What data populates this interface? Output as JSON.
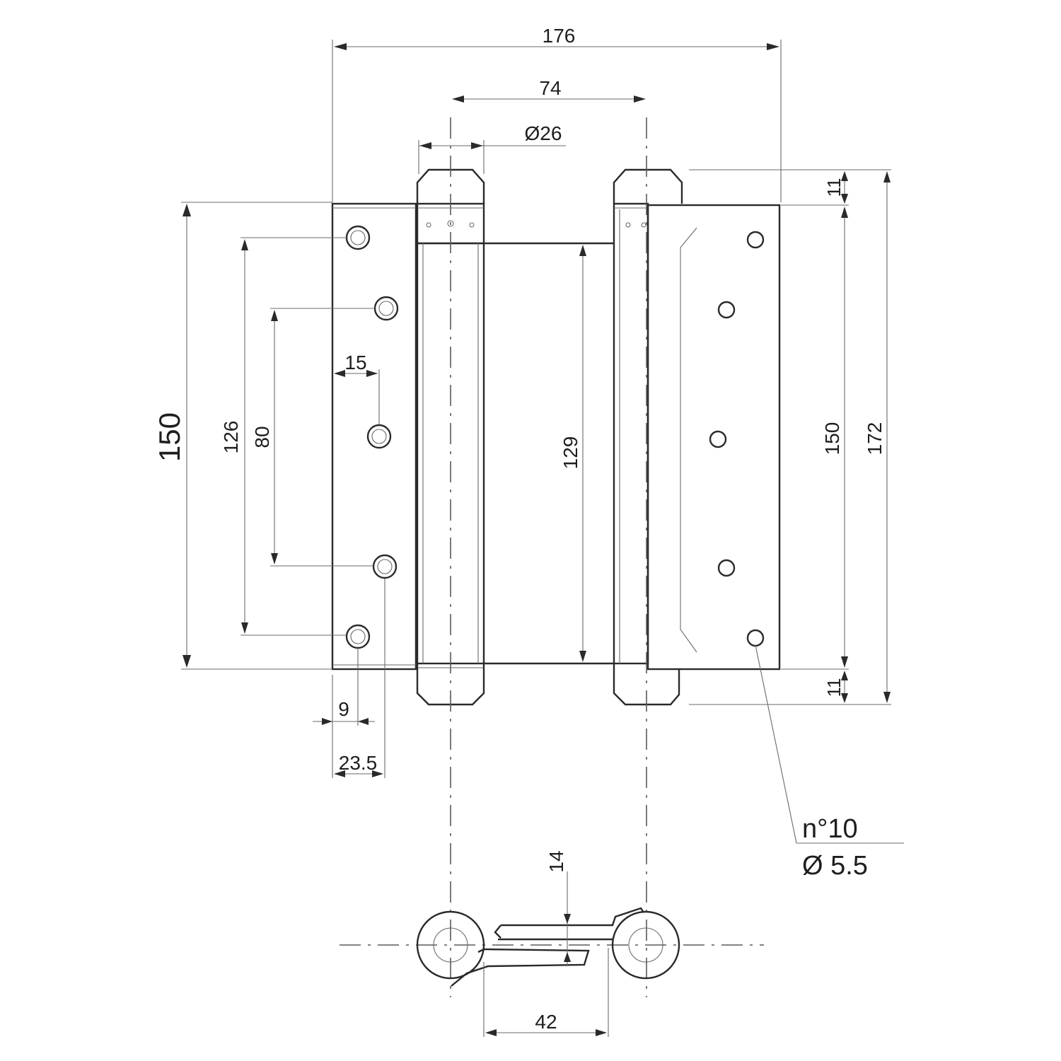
{
  "dimensions": {
    "overall_width": "176",
    "pin_spacing": "74",
    "barrel_diameter": "Ø26",
    "leaf_height_left": "150",
    "outer_hole_spacing": "126",
    "inner_hole_spacing": "80",
    "center_hole_offset": "15",
    "barrel_length": "129",
    "leaf_height_right": "150",
    "total_height": "172",
    "top_cap": "11",
    "bottom_cap": "11",
    "hole_edge_offset": "9",
    "inner_hole_edge_offset": "23.5",
    "section_thickness": "14",
    "section_width": "42"
  },
  "holes_note": {
    "count": "n°10",
    "diameter": "Ø 5.5"
  }
}
